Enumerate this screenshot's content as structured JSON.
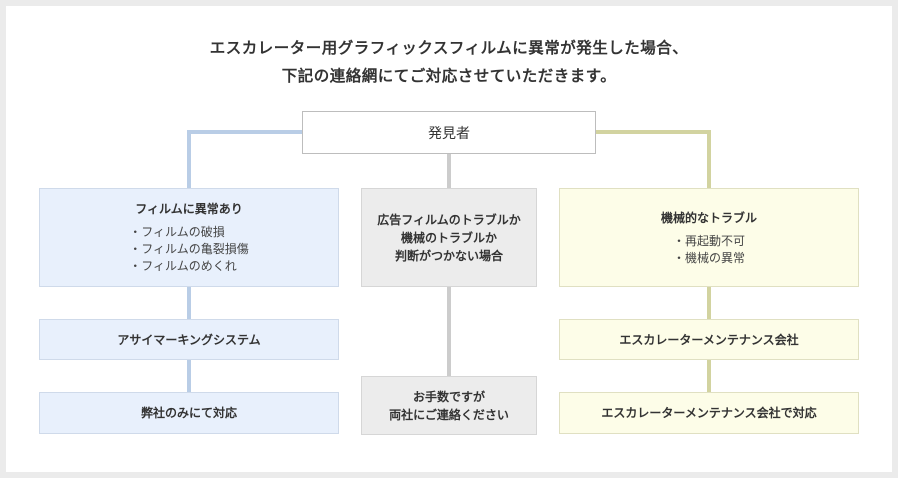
{
  "heading": {
    "line1": "エスカレーター用グラフィックスフィルムに異常が発生した場合、",
    "line2": "下記の連絡網にてご対応させていただきます。"
  },
  "discoverer": "発見者",
  "colors": {
    "blue_line": "#b9cde6",
    "gray_line": "#cccccc",
    "yellow_line": "#d2d3a0",
    "blue_fill": "#e8f0fc",
    "gray_fill": "#ececec",
    "yellow_fill": "#fdfde8"
  },
  "left": {
    "title": "フィルムに異常あり",
    "items": [
      "フィルムの破損",
      "フィルムの亀裂損傷",
      "フィルムのめくれ"
    ],
    "step2": "アサイマーキングシステム",
    "step3": "弊社のみにて対応"
  },
  "center": {
    "title_lines": [
      "広告フィルムのトラブルか",
      "機械のトラブルか",
      "判断がつかない場合"
    ],
    "step2_lines": [
      "お手数ですが",
      "両社にご連絡ください"
    ]
  },
  "right": {
    "title": "機械的なトラブル",
    "items": [
      "再起動不可",
      "機械の異常"
    ],
    "step2": "エスカレーターメンテナンス会社",
    "step3": "エスカレーターメンテナンス会社で対応"
  }
}
